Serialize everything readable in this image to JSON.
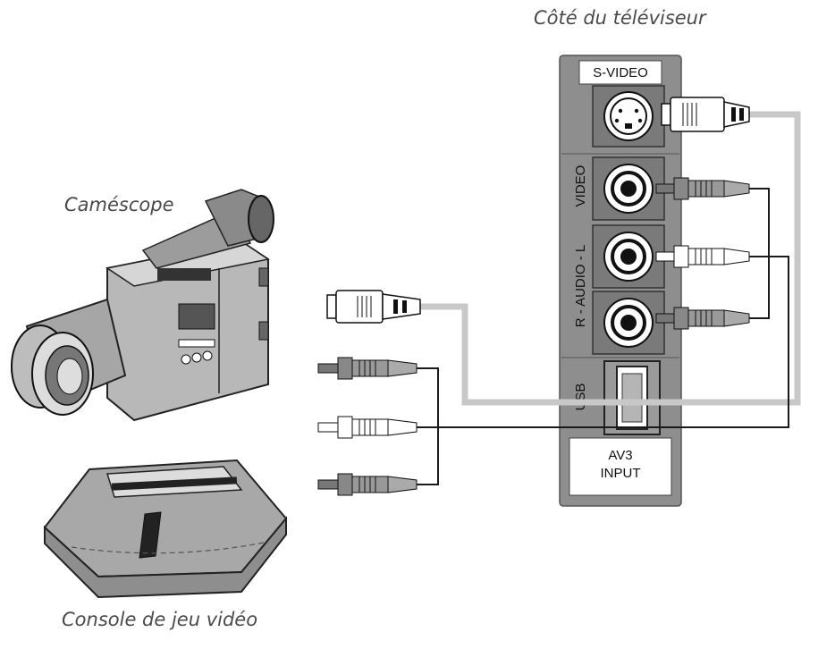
{
  "captions": {
    "tv_side": "Côté du téléviseur",
    "camcorder": "Caméscope",
    "console": "Console de jeu vidéo"
  },
  "panel": {
    "s_video": "S-VIDEO",
    "video": "VIDEO",
    "audio": "R - AUDIO - L",
    "usb": "USB",
    "av3_line1": "AV3",
    "av3_line2": "INPUT"
  },
  "colors": {
    "panel_gray": "#8e8e8e",
    "panel_dark": "#7a7a7a",
    "svideo_cable": "#c8c8c8",
    "av_cable": "#1a1a1a"
  }
}
